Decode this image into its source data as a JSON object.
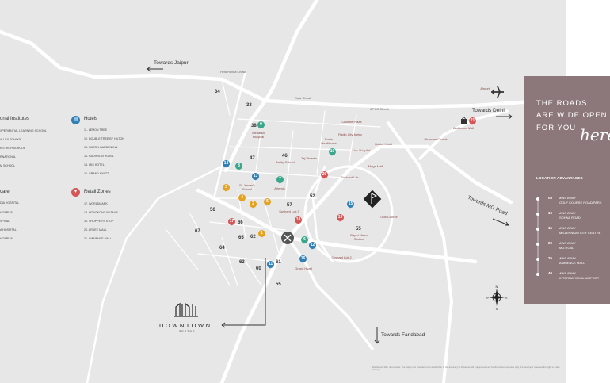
{
  "map": {
    "directions": {
      "jaipur": "Towards Jaipur",
      "delhi": "Towards Delhi",
      "mg_road": "Towards MG Road",
      "faridabad": "Towards Faridabad"
    },
    "roads": {
      "hero_honda": "Hero Honda Chowk",
      "rajiv": "Rajiv Chowk",
      "iffco": "IFFCO Chowk"
    },
    "places": {
      "airport": "Airport",
      "ambience_mall": "Ambience Mall",
      "bhawar_chowk": "Bhanwar Chowk",
      "crowne_plaza": "Crowne Plaza",
      "fortis": "Fortis Healthcare",
      "radio_city": "Radio City Metro",
      "max_hospital": "Max Hospital",
      "grand_hotel": "Bristol Hotel",
      "medanta": "Medanta Hospital",
      "dps": "Amity School",
      "taj": "Taj Vivanta",
      "sushant_1": "Sushant Lok 1",
      "sushant_2": "Sushant Lok 2",
      "sushant_3": "Sushant Lok 3",
      "megacity": "Mega Mall",
      "golf_course": "Golf Course",
      "rapid_metro": "Rapid Metro Station",
      "grand_hyatt": "Grand Hyatt",
      "st_xaviers": "St. Xavier's School",
      "artemis": "Artemis"
    },
    "sectors": [
      "34",
      "33",
      "38",
      "47",
      "46",
      "52",
      "57",
      "56",
      "55",
      "66",
      "65",
      "62",
      "67",
      "64",
      "63",
      "60",
      "61",
      "55"
    ],
    "pins": [
      {
        "n": "9",
        "c": "green"
      },
      {
        "n": "10",
        "c": "green"
      },
      {
        "n": "14",
        "c": "blue"
      },
      {
        "n": "8",
        "c": "green"
      },
      {
        "n": "13",
        "c": "blue"
      },
      {
        "n": "7",
        "c": "green"
      },
      {
        "n": "3",
        "c": "orange"
      },
      {
        "n": "4",
        "c": "orange"
      },
      {
        "n": "2",
        "c": "orange"
      },
      {
        "n": "5",
        "c": "orange"
      },
      {
        "n": "20",
        "c": "red"
      },
      {
        "n": "17",
        "c": "red"
      },
      {
        "n": "1",
        "c": "orange"
      },
      {
        "n": "18",
        "c": "red"
      },
      {
        "n": "19",
        "c": "red"
      },
      {
        "n": "15",
        "c": "blue"
      },
      {
        "n": "6",
        "c": "green"
      },
      {
        "n": "12",
        "c": "blue"
      },
      {
        "n": "16",
        "c": "blue"
      },
      {
        "n": "11",
        "c": "blue"
      },
      {
        "n": "21",
        "c": "red"
      }
    ],
    "downtown": {
      "name": "DOWNTOWN",
      "sub": "SECTOR"
    }
  },
  "legend": {
    "institutes_head": "onal Institutes",
    "institutes": [
      "XPERIENTIAL LEARNING SCHOOL",
      "ALLEY SCHOOL",
      "R'S HIGH SCHOOL",
      "RNATIONAL",
      "M SCHOOL"
    ],
    "hotels_head": "Hotels",
    "hotels": [
      "11. LEMON TREE",
      "12. DOUBLE TREE BY HILTON",
      "13. HILTON GARDEN INN",
      "14. RADISSON HOTEL",
      "15. IBIS HOTEL",
      "16. GRAND HYATT"
    ],
    "care_head": "care",
    "care": [
      "DIA HOSPITAL",
      "HOSPITAL",
      "SPITAL",
      "A HOSPITAL",
      "HOSPITAL"
    ],
    "retail_head": "Retail Zones",
    "retail": [
      "17. WORLDMARK",
      "18. HONGKONG BAZAAR",
      "19. SHOPPER'S STOP",
      "20. ARDEE MALL",
      "21. AMBIENCE MALL"
    ]
  },
  "panel": {
    "title_lines": [
      "THE ROADS",
      "ARE WIDE OPEN",
      "FOR YOU"
    ],
    "script": "here",
    "advantages_head": "LOCATION ADVANTAGES",
    "rows": [
      {
        "mins": "05",
        "unit": "MINS AWAY",
        "dest": "GOLF COURSE ROAD/PARK"
      },
      {
        "mins": "10",
        "unit": "MINS AWAY",
        "dest": "SOHNA ROAD"
      },
      {
        "mins": "15",
        "unit": "MINS AWAY",
        "dest": "MILLENNIUM CITY CENTRE"
      },
      {
        "mins": "20",
        "unit": "MINS AWAY",
        "dest": "MG ROAD"
      },
      {
        "mins": "25",
        "unit": "MINS AWAY",
        "dest": "AMBIENCE MALL"
      },
      {
        "mins": "40",
        "unit": "MINS AWAY",
        "dest": "INTERNATIONAL AIRPORT"
      }
    ]
  },
  "compass": {
    "n": "N",
    "s": "S",
    "e": "E",
    "w": "W"
  },
  "disclaimer": "Disclaimer: Map not to scale. The map is not intended to be a reflection of the accuracy of distances. All images used are for illustrative purposes only; the developer reserves the right to make changes."
}
